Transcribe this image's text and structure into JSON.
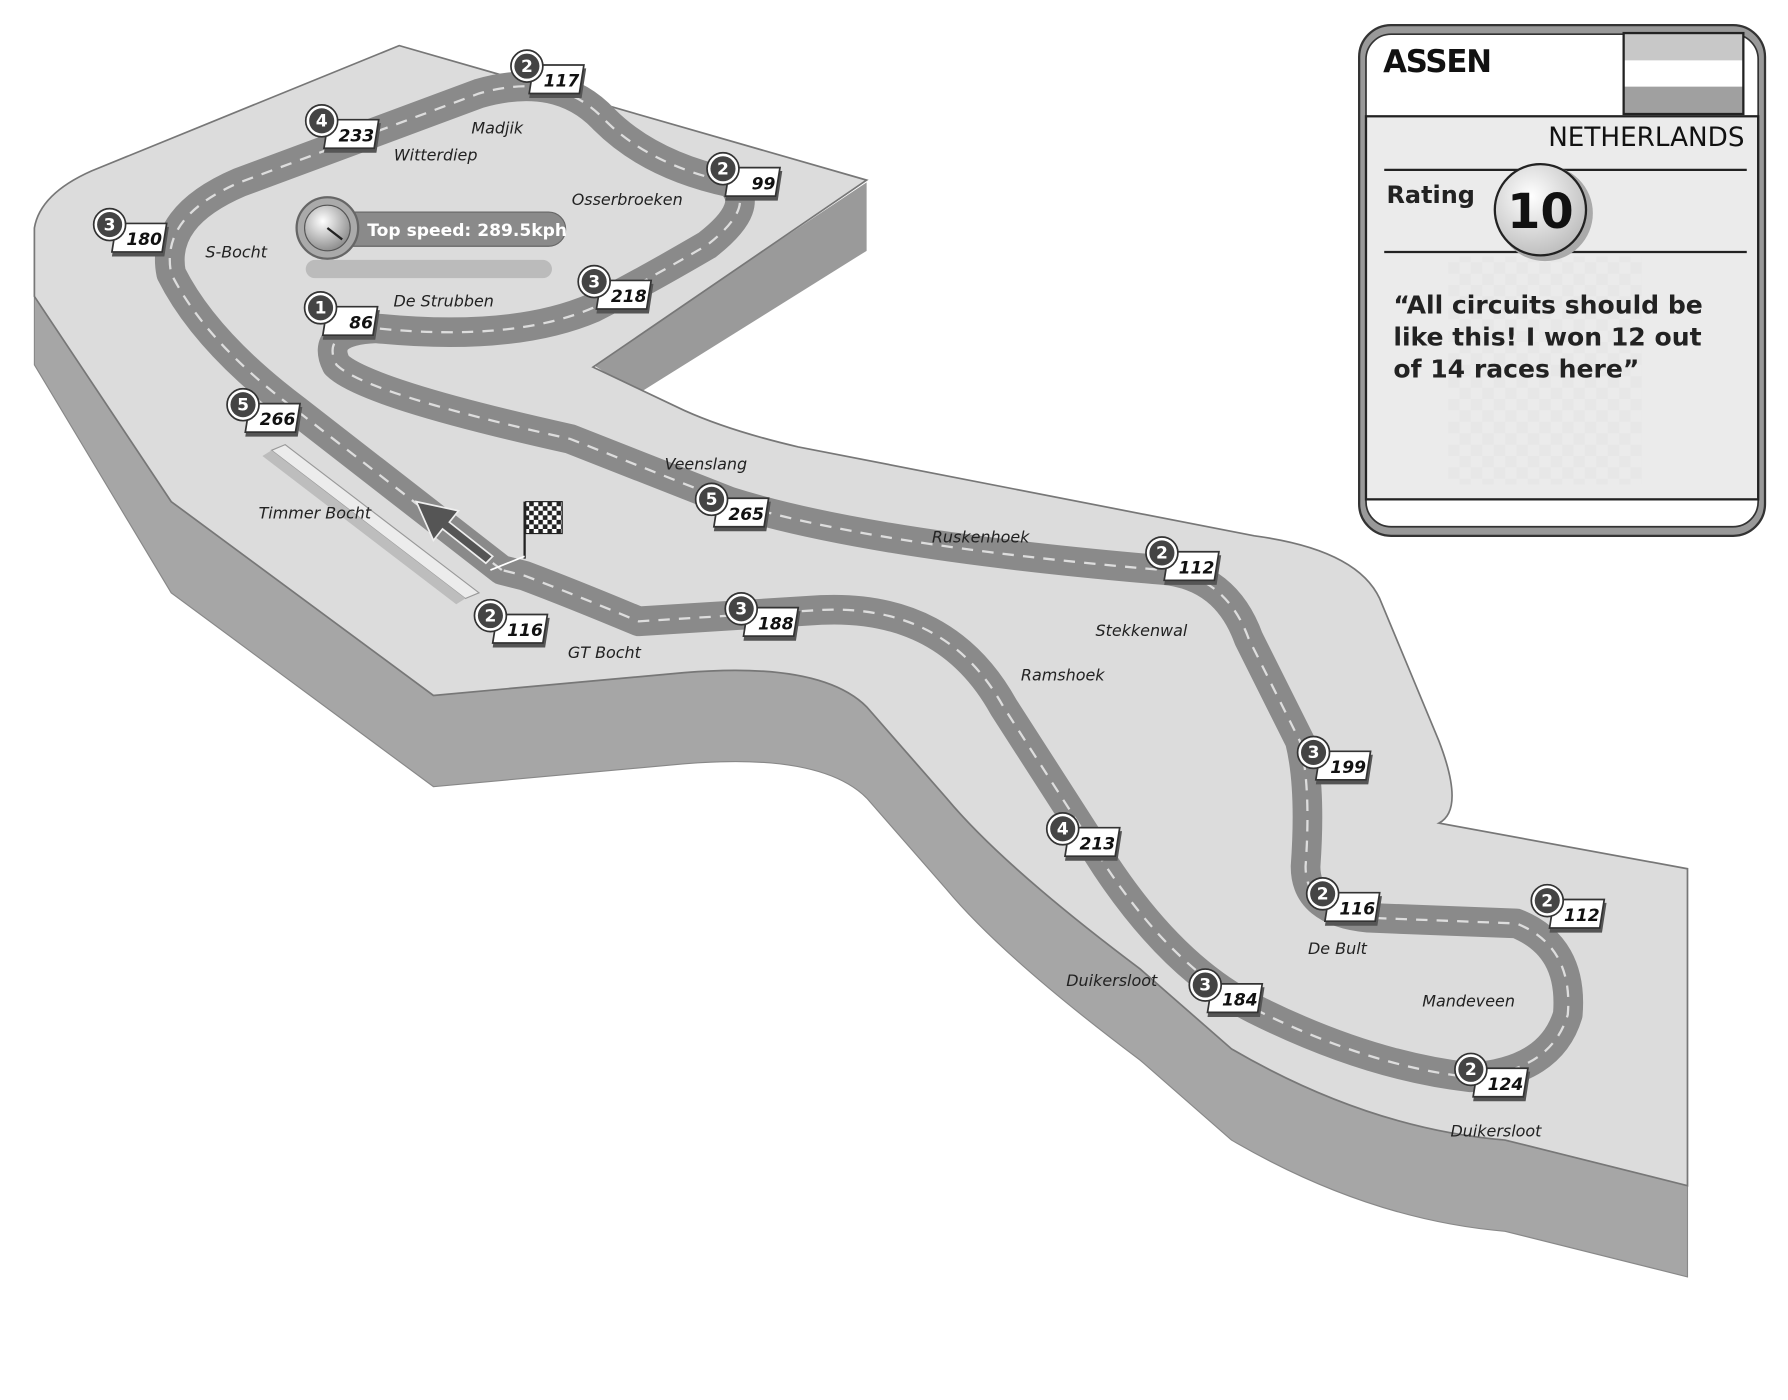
{
  "card": {
    "circuit": "ASSEN",
    "country": "NETHERLANDS",
    "rating_label": "Rating",
    "rating_value": "10",
    "quote_lines": [
      "“All circuits should be",
      "like this! I won 12 out",
      "of 14 races here”"
    ],
    "flag_colors": [
      "#c8c8c8",
      "#ffffff",
      "#a0a0a0"
    ]
  },
  "top_speed": "Top speed: 289.5kph",
  "corner_names": [
    "Madjik",
    "Witterdiep",
    "Osserbroeken",
    "S-Bocht",
    "De Strubben",
    "Veenslang",
    "Timmer Bocht",
    "Ruskenhoek",
    "Stekkenwal",
    "GT Bocht",
    "Ramshoek",
    "De Bult",
    "Mandeveen",
    "Duikersloot",
    "Duikersloot"
  ],
  "corners": [
    {
      "gear": "2",
      "speed": "117"
    },
    {
      "gear": "4",
      "speed": "233"
    },
    {
      "gear": "2",
      "speed": "99"
    },
    {
      "gear": "3",
      "speed": "180"
    },
    {
      "gear": "3",
      "speed": "218"
    },
    {
      "gear": "1",
      "speed": "86"
    },
    {
      "gear": "5",
      "speed": "266"
    },
    {
      "gear": "5",
      "speed": "265"
    },
    {
      "gear": "2",
      "speed": "112"
    },
    {
      "gear": "2",
      "speed": "116"
    },
    {
      "gear": "3",
      "speed": "188"
    },
    {
      "gear": "3",
      "speed": "199"
    },
    {
      "gear": "4",
      "speed": "213"
    },
    {
      "gear": "2",
      "speed": "116"
    },
    {
      "gear": "2",
      "speed": "112"
    },
    {
      "gear": "3",
      "speed": "184"
    },
    {
      "gear": "2",
      "speed": "124"
    }
  ],
  "colors": {
    "track": "#8a8a8a",
    "plateau": "#dcdcdc",
    "side": "#a6a6a6",
    "runoff": "#eeeeee"
  }
}
